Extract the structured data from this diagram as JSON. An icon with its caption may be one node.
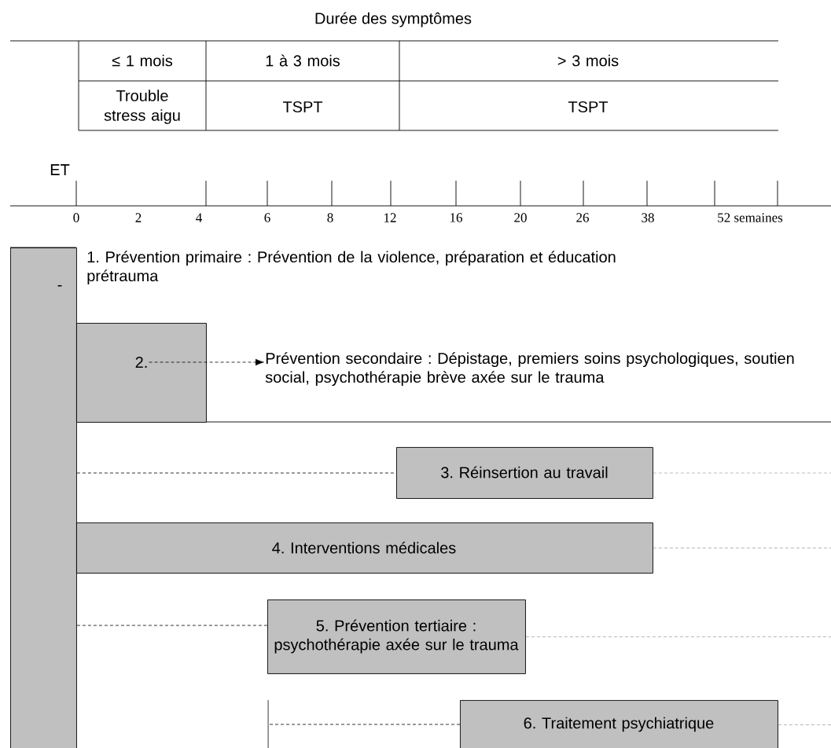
{
  "diagram": {
    "title": "Durée des symptômes",
    "nodes": [
      {
        "text": [
          "-"
        ]
      },
      {
        "text": [
          "2."
        ]
      },
      {
        "text": [
          "Prévention secondaire : Dépistage, premiers soins psychologiques, soutien social, psychothérapie brève axée sur le trauma"
        ]
      },
      {
        "text": [
          "3. Réinsertion au travail"
        ]
      },
      {
        "text": [
          "4. Interventions médicales"
        ]
      },
      {
        "text": [
          "5. Prévention tertiaire : psychothérapie axée sur le trauma"
        ]
      },
      {
        "text": [
          "6. Traitement psychiatrique"
        ]
      }
    ],
    "edges": [
      {
        "from": 1,
        "to": 2,
        "arrow": "to",
        "style": "dashed"
      },
      {
        "from": 0,
        "to": 3,
        "arrow": "none",
        "style": "dashed"
      },
      {
        "from": 3,
        "to": null,
        "arrow": "none",
        "style": "dashed",
        "color": "#a0a0a0"
      },
      {
        "from": 4,
        "to": null,
        "arrow": "none",
        "style": "dashed",
        "color": "#a0a0a0"
      },
      {
        "from": 0,
        "to": 5,
        "arrow": "none",
        "style": "dashed"
      },
      {
        "from": 5,
        "to": null,
        "arrow": "none",
        "style": "dashed",
        "color": "#a0a0a0"
      },
      {
        "from": null,
        "to": 6,
        "arrow": "none",
        "style": "dashed"
      },
      {
        "from": 6,
        "to": null,
        "arrow": "none",
        "style": "dashed",
        "color": "#a0a0a0"
      }
    ],
    "labels": [
      "≤ 1 mois",
      "1 à 3 mois",
      "> 3 mois",
      "Trouble stress aigu",
      "TSPT",
      "TSPT",
      "ET",
      "0",
      "2",
      "4",
      "6",
      "8",
      "12",
      "16",
      "20",
      "26",
      "38",
      "52 semaines",
      "1. Prévention primaire : Prévention de la violence, préparation et éducation prétrauma"
    ]
  }
}
